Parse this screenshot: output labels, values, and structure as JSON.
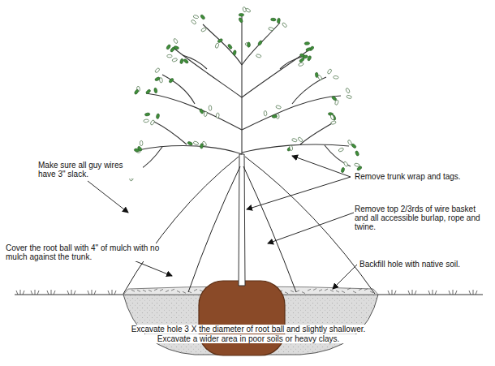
{
  "diagram": {
    "labels": [
      "Make sure all guy wires have 3\" slack.",
      "Remove trunk wrap and tags.",
      "Remove top 2/3rds of wire basket and all accessible burlap, rope and twine.",
      "Cover the root ball with 4\" of mulch with no mulch against the trunk.",
      "Backfill hole with native soil.",
      "Excavate hole 3 X the diameter of root ball and slightly shallower.",
      "Excavate a wider area in poor soils or heavy clays."
    ]
  }
}
